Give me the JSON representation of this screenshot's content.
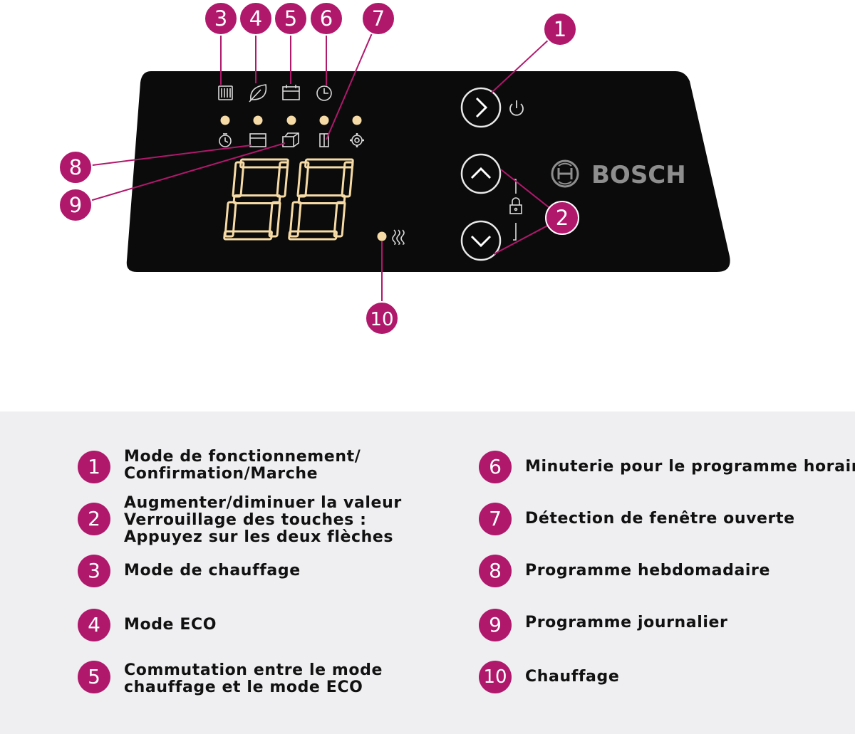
{
  "brand": "BOSCH",
  "display_value": "88",
  "colors": {
    "callout": "#b0186c",
    "panel": "#0b0b0b",
    "led": "#f6dba6",
    "legend_bg": "#efeff2"
  },
  "icons": {
    "top_row": [
      "heating-mode-icon",
      "eco-leaf-icon",
      "calendar-icon",
      "clock-icon"
    ],
    "bottom_row": [
      "timer-icon",
      "window-icon",
      "week-program-icon",
      "open-window-icon",
      "settings-icon"
    ],
    "buttons": [
      "chevron-right-icon",
      "chevron-up-icon",
      "chevron-down-icon"
    ],
    "side": [
      "power-icon",
      "lock-icon",
      "heat-waves-icon"
    ]
  },
  "callouts": [
    "1",
    "2",
    "3",
    "4",
    "5",
    "6",
    "7",
    "8",
    "9",
    "10"
  ],
  "legend": [
    {
      "num": "1",
      "lines": [
        "Mode de fonctionnement/",
        "Confirmation/Marche"
      ]
    },
    {
      "num": "2",
      "lines": [
        "Augmenter/diminuer la valeur",
        "Verrouillage des touches :",
        "Appuyez sur les deux flèches"
      ]
    },
    {
      "num": "3",
      "lines": [
        "Mode de chauffage"
      ]
    },
    {
      "num": "4",
      "lines": [
        "Mode ECO"
      ]
    },
    {
      "num": "5",
      "lines": [
        "Commutation entre le mode",
        "chauffage et le mode ECO"
      ]
    },
    {
      "num": "6",
      "lines": [
        "Minuterie pour le programme horaire"
      ]
    },
    {
      "num": "7",
      "lines": [
        "Détection de fenêtre ouverte"
      ]
    },
    {
      "num": "8",
      "lines": [
        "Programme hebdomadaire"
      ]
    },
    {
      "num": "9",
      "lines": [
        "Programme journalier"
      ]
    },
    {
      "num": "10",
      "lines": [
        "Chauffage"
      ]
    }
  ]
}
